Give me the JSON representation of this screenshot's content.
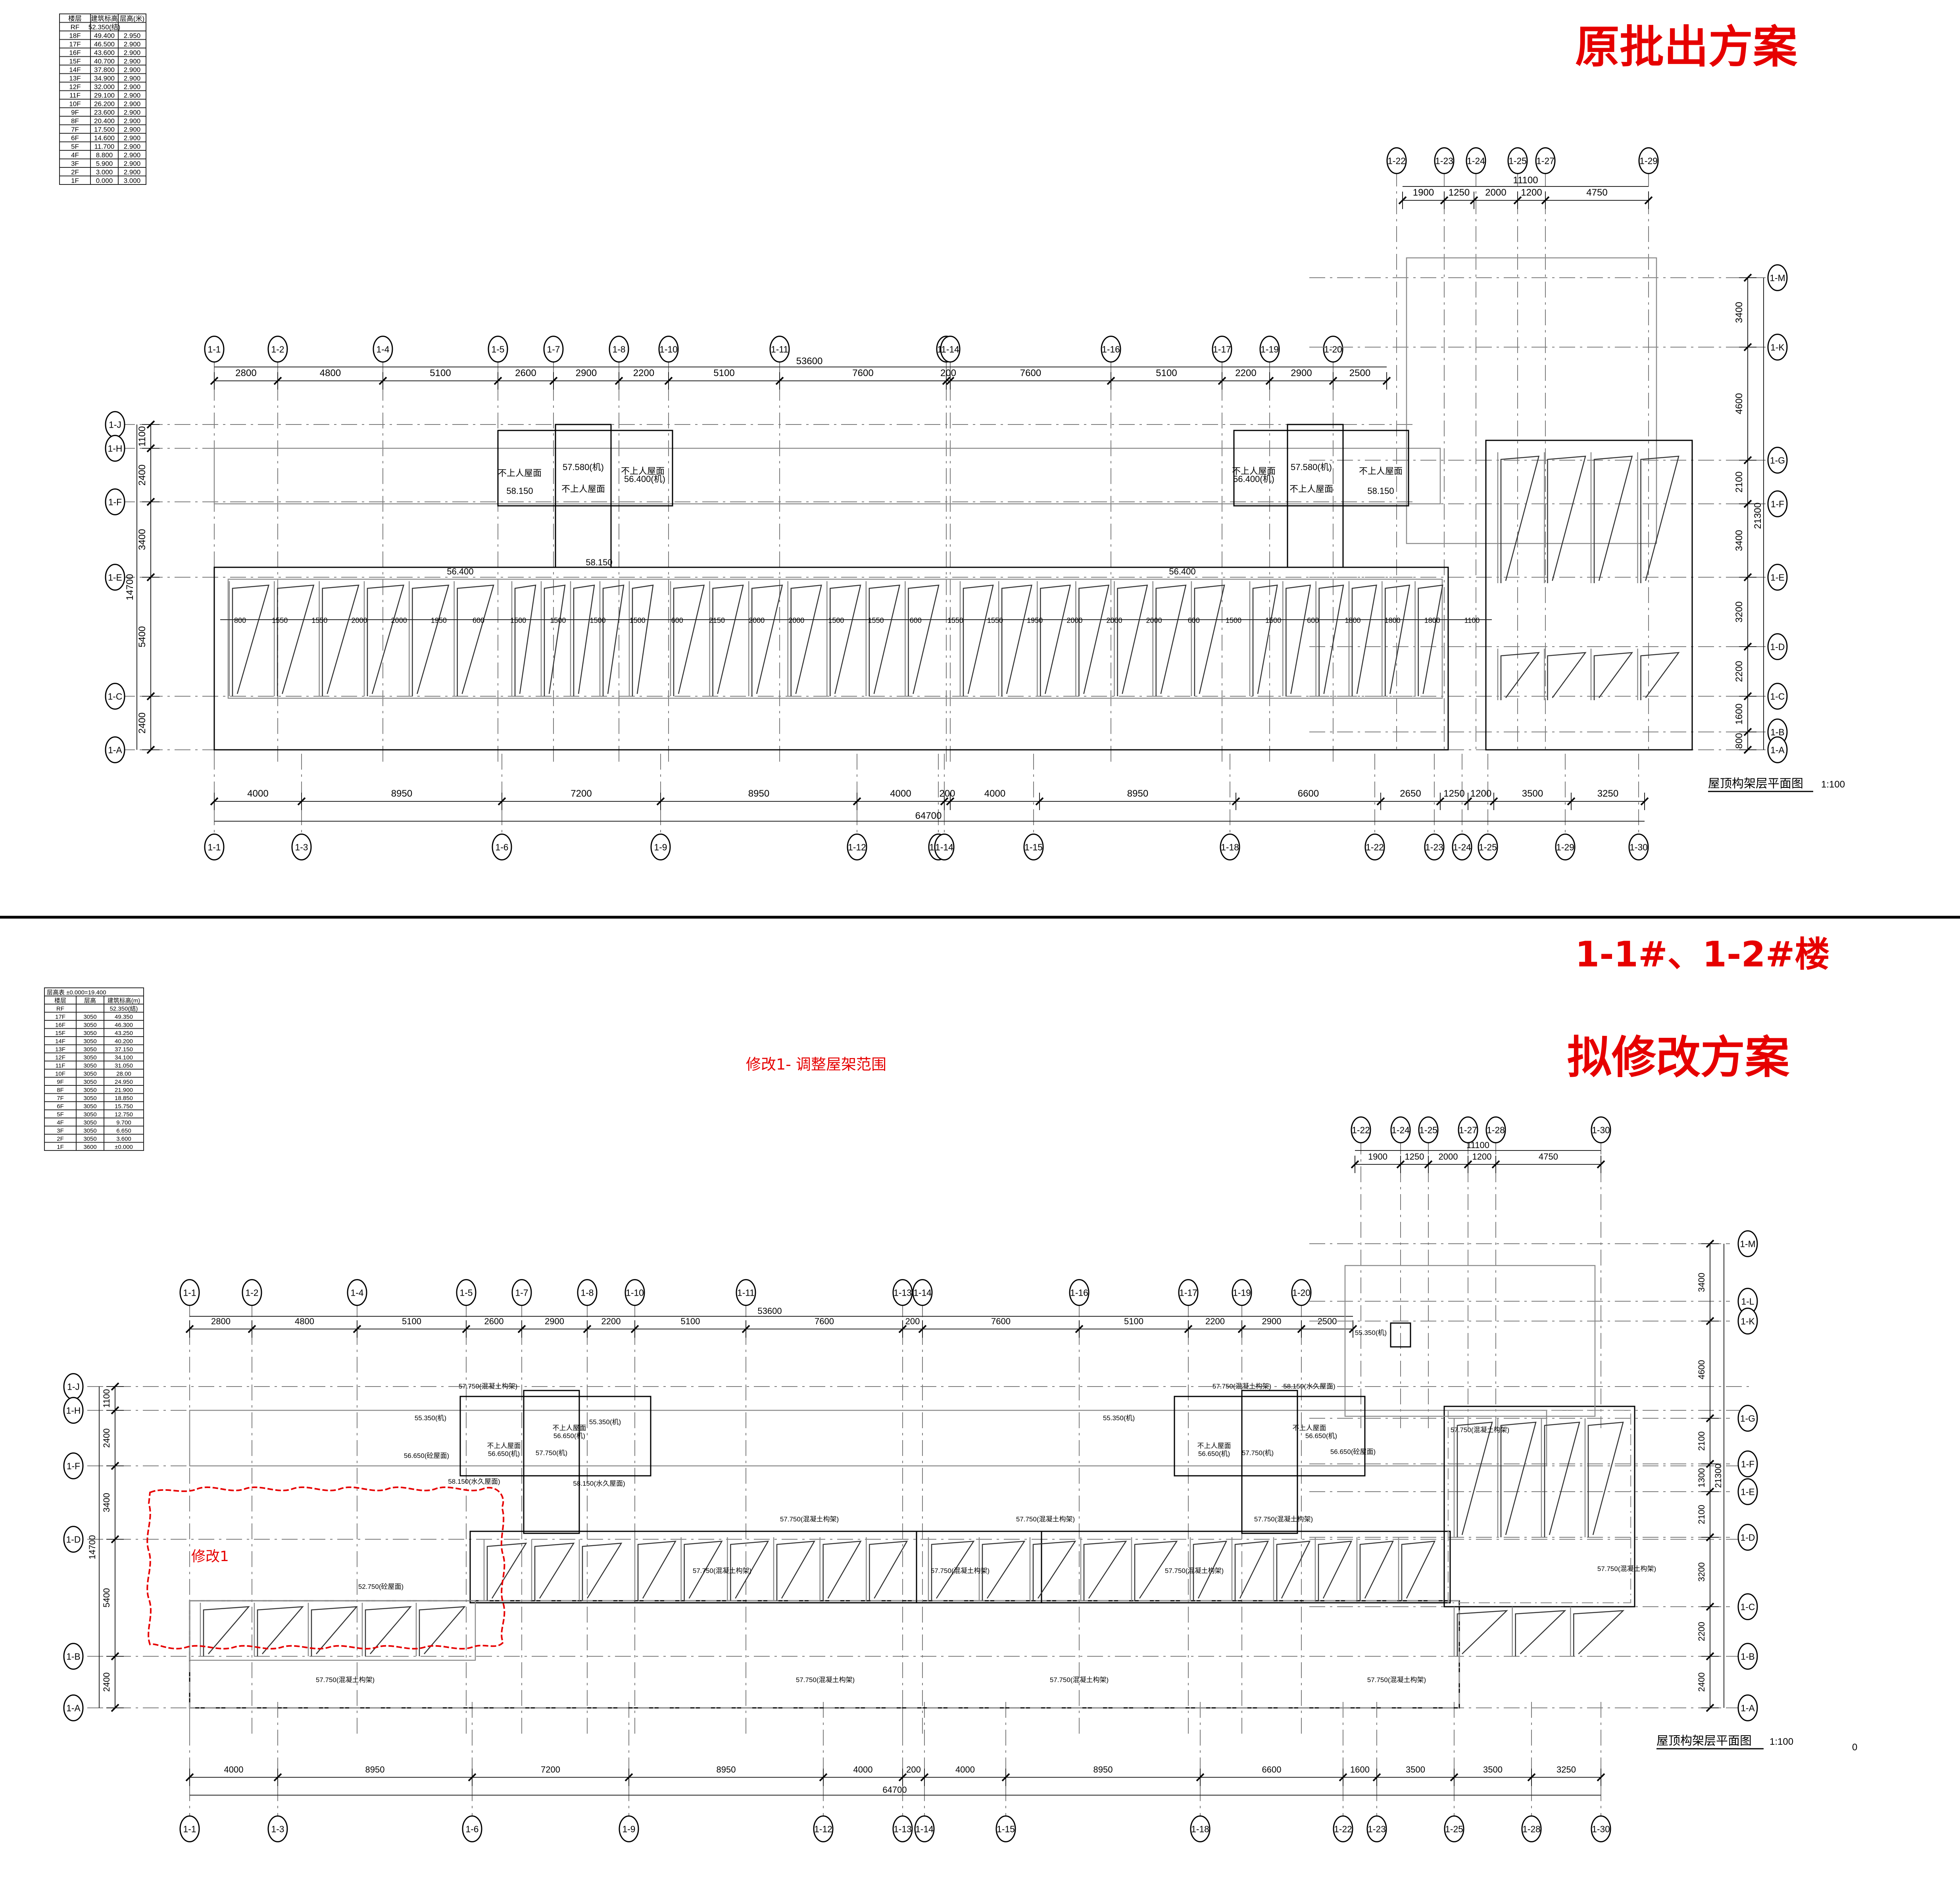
{
  "top": {
    "title": "原批出方案",
    "caption": "屋顶构架层平面图",
    "caption_scale": "1:100",
    "top_axes": [
      "1-1",
      "1-2",
      "1-4",
      "1-5",
      "1-7",
      "1-8",
      "1-10",
      "1-11",
      "1-13",
      "1-14",
      "1-16",
      "1-17",
      "1-19",
      "1-20"
    ],
    "top_dims": [
      "2800",
      "4800",
      "5100",
      "2600",
      "2900",
      "2200",
      "5100",
      "7600",
      "200",
      "7600",
      "5100",
      "2200",
      "2900",
      "2500"
    ],
    "overall_top": "53600",
    "bottom_axes": [
      "1-1",
      "1-3",
      "1-6",
      "1-9",
      "1-12",
      "1-13",
      "1-14",
      "1-15",
      "1-18",
      "1-22",
      "1-23",
      "1-24",
      "1-25",
      "1-29",
      "1-30"
    ],
    "bottom_dims": [
      "4000",
      "8950",
      "7200",
      "8950",
      "4000",
      "200",
      "4000",
      "8950",
      "6600",
      "2650",
      "1250",
      "1200",
      "3500",
      "3250"
    ],
    "overall_bottom": "64700",
    "left_axes": [
      "1-J",
      "1-H",
      "1-F",
      "1-E",
      "1-C",
      "1-A"
    ],
    "left_dims": [
      "1100",
      "2400",
      "3400",
      "5400",
      "2400"
    ],
    "left_overall": "14700",
    "right_axes": [
      "1-M",
      "1-K",
      "1-G",
      "1-F",
      "1-E",
      "1-D",
      "1-C",
      "1-B",
      "1-A"
    ],
    "right_dims": [
      "3400",
      "4600",
      "2100",
      "3400",
      "3200",
      "2200",
      "1600",
      "800"
    ],
    "right_overall": "21300",
    "upper_axes": [
      "1-22",
      "1-23",
      "1-24",
      "1-25",
      "1-27",
      "1-29"
    ],
    "upper_dims": [
      "1900",
      "1250",
      "2000",
      "1200",
      "4750"
    ],
    "upper_overall": "11100",
    "labels": [
      "不上人屋面",
      "58.150",
      "57.580(机)",
      "56.400(机)",
      "58.150",
      "56.400"
    ],
    "bay_dims": [
      "800",
      "1550",
      "1550",
      "2000",
      "2000",
      "1950",
      "600",
      "1500",
      "1500",
      "1500",
      "1500",
      "600",
      "2150",
      "2000",
      "2000",
      "1500",
      "1550",
      "600",
      "1550",
      "1550",
      "1950",
      "2000",
      "2000",
      "2000",
      "600",
      "1500",
      "1500",
      "600",
      "1800",
      "1800",
      "1800",
      "1100"
    ],
    "level_table": {
      "header": [
        "楼层",
        "建筑标高",
        "层高(米)"
      ],
      "rows": [
        [
          "RF",
          "52.350(结)",
          ""
        ],
        [
          "18F",
          "49.400",
          "2.950"
        ],
        [
          "17F",
          "46.500",
          "2.900"
        ],
        [
          "16F",
          "43.600",
          "2.900"
        ],
        [
          "15F",
          "40.700",
          "2.900"
        ],
        [
          "14F",
          "37.800",
          "2.900"
        ],
        [
          "13F",
          "34.900",
          "2.900"
        ],
        [
          "12F",
          "32.000",
          "2.900"
        ],
        [
          "11F",
          "29.100",
          "2.900"
        ],
        [
          "10F",
          "26.200",
          "2.900"
        ],
        [
          "9F",
          "23.600",
          "2.900"
        ],
        [
          "8F",
          "20.400",
          "2.900"
        ],
        [
          "7F",
          "17.500",
          "2.900"
        ],
        [
          "6F",
          "14.600",
          "2.900"
        ],
        [
          "5F",
          "11.700",
          "2.900"
        ],
        [
          "4F",
          "8.800",
          "2.900"
        ],
        [
          "3F",
          "5.900",
          "2.900"
        ],
        [
          "2F",
          "3.000",
          "2.900"
        ],
        [
          "1F",
          "0.000",
          "3.000"
        ]
      ]
    }
  },
  "building_label": "1-1#、1-2#楼",
  "bottom": {
    "title": "拟修改方案",
    "note": "修改1- 调整屋架范围",
    "cloud_label": "修改1",
    "caption": "屋顶构架层平面图",
    "caption_scale": "1:100",
    "corner_mark": "0",
    "top_axes": [
      "1-1",
      "1-2",
      "1-4",
      "1-5",
      "1-7",
      "1-8",
      "1-10",
      "1-11",
      "1-13",
      "1-14",
      "1-16",
      "1-17",
      "1-19",
      "1-20"
    ],
    "top_dims": [
      "2800",
      "4800",
      "5100",
      "2600",
      "2900",
      "2200",
      "5100",
      "7600",
      "200",
      "7600",
      "5100",
      "2200",
      "2900",
      "2500"
    ],
    "overall_top": "53600",
    "bottom_axes": [
      "1-1",
      "1-3",
      "1-6",
      "1-9",
      "1-12",
      "1-13",
      "1-14",
      "1-15",
      "1-18",
      "1-22",
      "1-23",
      "1-25",
      "1-28",
      "1-30"
    ],
    "bottom_dims": [
      "4000",
      "8950",
      "7200",
      "8950",
      "4000",
      "200",
      "4000",
      "8950",
      "6600",
      "1600",
      "3500",
      "3500",
      "3250"
    ],
    "overall_bottom": "64700",
    "left_axes": [
      "1-J",
      "1-H",
      "1-F",
      "1-D",
      "1-B",
      "1-A"
    ],
    "left_dims": [
      "1100",
      "2400",
      "3400",
      "5400",
      "2400"
    ],
    "left_overall": "14700",
    "right_axes": [
      "1-M",
      "1-L",
      "1-K",
      "1-G",
      "1-F",
      "1-E",
      "1-D",
      "1-C",
      "1-B",
      "1-A"
    ],
    "right_dims": [
      "3400",
      "4600",
      "2100",
      "1300",
      "2100",
      "3200",
      "2200",
      "2400"
    ],
    "right_overall": "21300",
    "upper_axes": [
      "1-22",
      "1-24",
      "1-25",
      "1-27",
      "1-28",
      "1-30"
    ],
    "upper_dims": [
      "1900",
      "1250",
      "2000",
      "1200",
      "4750"
    ],
    "upper_overall": "11100",
    "labels": [
      "58.150(水久屋面)",
      "55.350(机)",
      "不上人屋面",
      "56.650(机)",
      "57.750(机)",
      "56.650(砼屋面)",
      "57.750(砼屋面)",
      "52.750(砼屋面)",
      "57.750(混凝土构架)"
    ],
    "level_table": {
      "title": "层高表  ±0.000=19.400",
      "header": [
        "楼层",
        "层高",
        "建筑标高(m)"
      ],
      "rows": [
        [
          "RF",
          "",
          "52.350(结)"
        ],
        [
          "17F",
          "3050",
          "49.350"
        ],
        [
          "16F",
          "3050",
          "46.300"
        ],
        [
          "15F",
          "3050",
          "43.250"
        ],
        [
          "14F",
          "3050",
          "40.200"
        ],
        [
          "13F",
          "3050",
          "37.150"
        ],
        [
          "12F",
          "3050",
          "34.100"
        ],
        [
          "11F",
          "3050",
          "31.050"
        ],
        [
          "10F",
          "3050",
          "28.00"
        ],
        [
          "9F",
          "3050",
          "24.950"
        ],
        [
          "8F",
          "3050",
          "21.900"
        ],
        [
          "7F",
          "3050",
          "18.850"
        ],
        [
          "6F",
          "3050",
          "15.750"
        ],
        [
          "5F",
          "3050",
          "12.750"
        ],
        [
          "4F",
          "3050",
          "9.700"
        ],
        [
          "3F",
          "3050",
          "6.650"
        ],
        [
          "2F",
          "3050",
          "3.600"
        ],
        [
          "1F",
          "3600",
          "±0.000"
        ]
      ]
    }
  }
}
